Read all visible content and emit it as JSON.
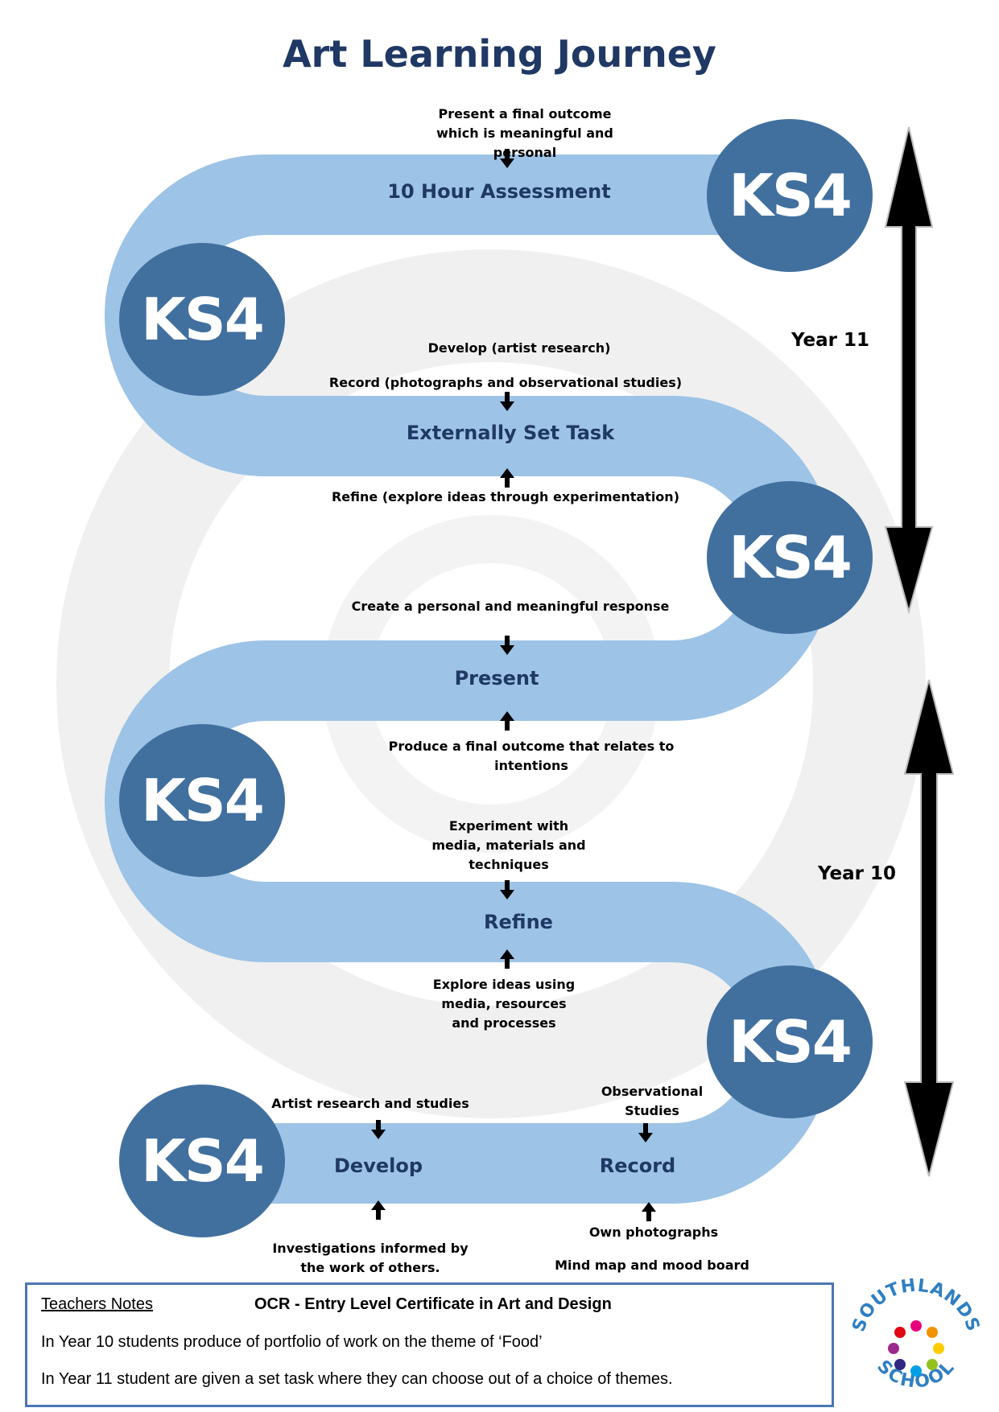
{
  "title": "Art Learning Journey",
  "circle_label": "KS4",
  "stages": {
    "assessment": "10 Hour Assessment",
    "est": "Externally Set Task",
    "present": "Present",
    "refine": "Refine",
    "develop": "Develop",
    "record": "Record"
  },
  "notes": {
    "assessment_above": "Present a final outcome which is meaningful and personal",
    "est_above_1": "Develop (artist research)",
    "est_above_2": "Record (photographs and observational studies)",
    "est_below": "Refine (explore ideas through experimentation)",
    "present_above": "Create a personal and meaningful response",
    "present_below": "Produce a final outcome that relates to intentions",
    "refine_above": "Experiment with media, materials and techniques",
    "refine_below": "Explore ideas using media, resources and processes",
    "develop_above": "Artist research and studies",
    "develop_below": "Investigations informed by the work of others.",
    "record_above": "Observational Studies",
    "record_below_1": "Own photographs",
    "record_below_2": "Mind map and mood board"
  },
  "years": {
    "year11": "Year 11",
    "year10": "Year 10"
  },
  "teachers_notes": {
    "heading": "Teachers Notes",
    "qualification": "OCR - Entry Level Certificate in Art and Design",
    "line1": "In Year 10 students produce of portfolio of work on the theme of ‘Food’",
    "line2": "In Year 11 student are given a set task where they can choose out of a choice of themes."
  },
  "logo": {
    "top_text": "SOUTHLANDS",
    "bottom_text": "SCHOOL"
  },
  "colors": {
    "road": "#9dc3e6",
    "circle": "#41709f",
    "title": "#1f3864",
    "box_border": "#4a76b4"
  }
}
